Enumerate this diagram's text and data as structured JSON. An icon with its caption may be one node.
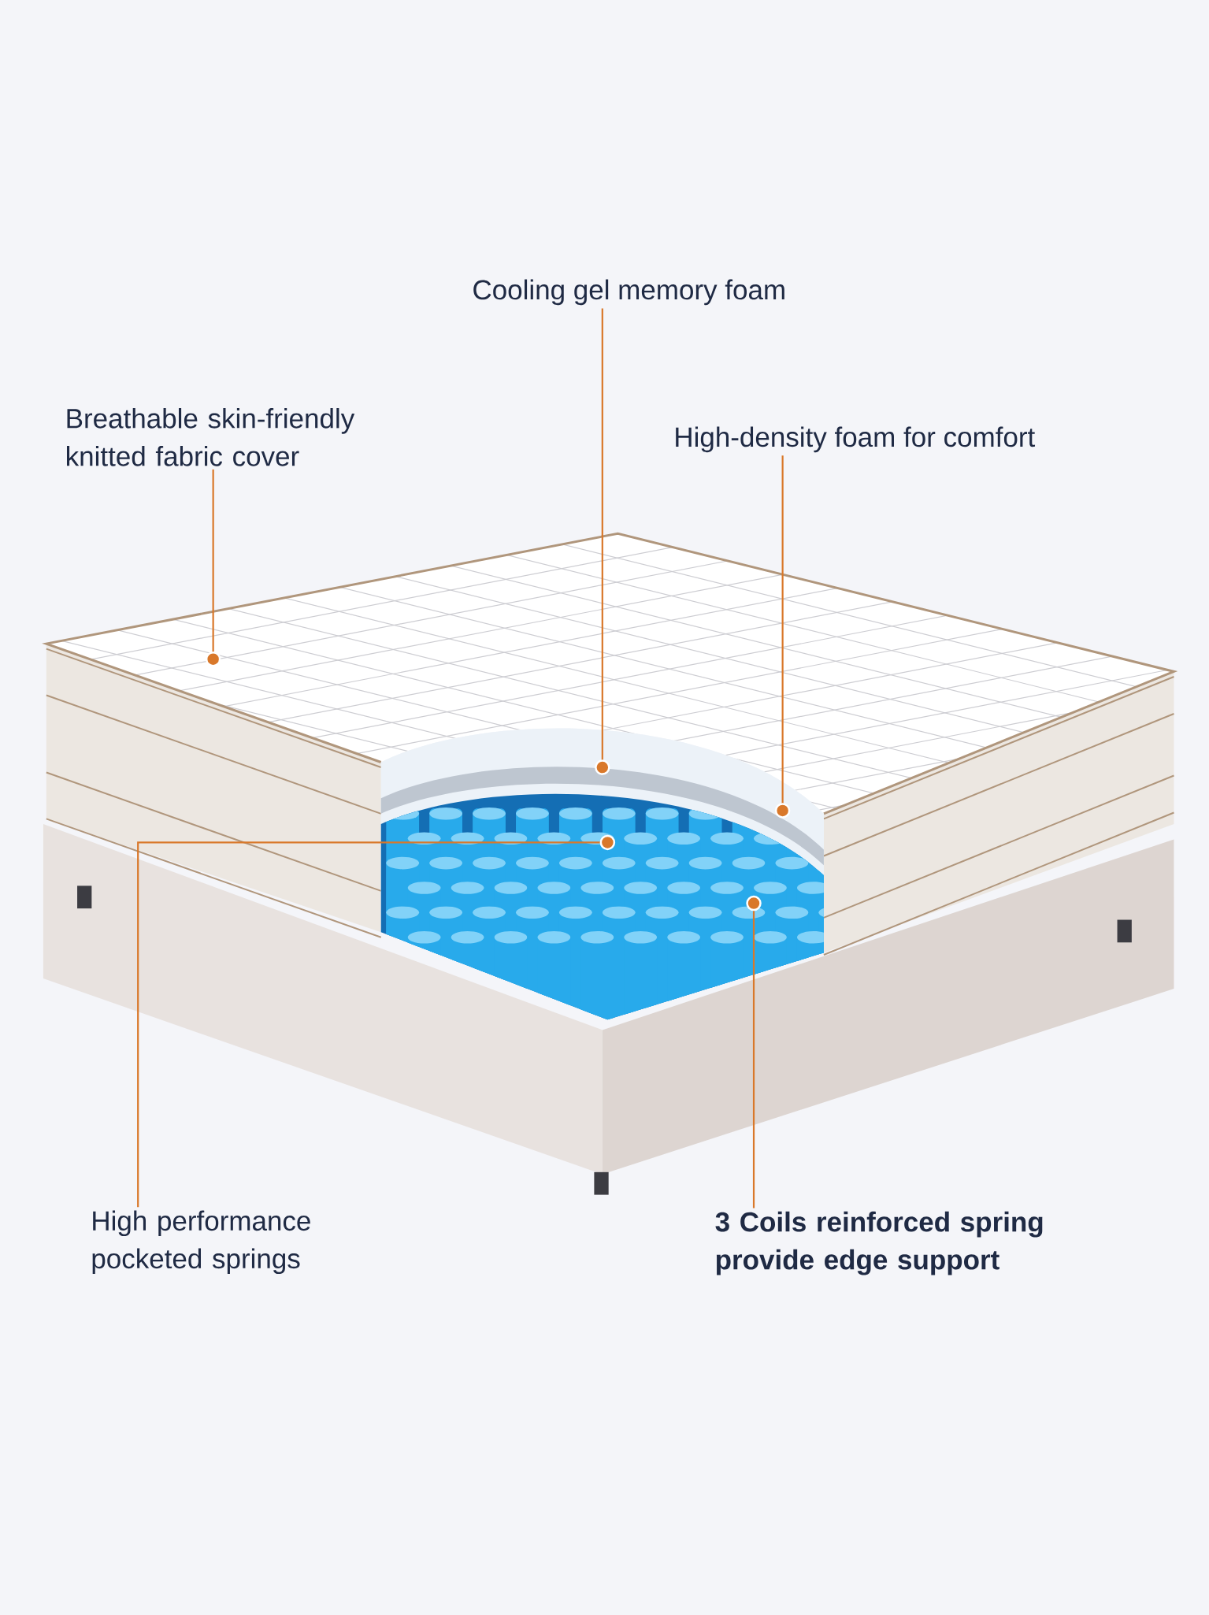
{
  "diagram": {
    "nodes": [
      {
        "text": [
          "Cooling gel memory foam"
        ]
      },
      {
        "text": [
          "Breathable skin-friendly knitted fabric cover"
        ]
      },
      {
        "text": [
          "High-density foam for comfort"
        ]
      },
      {
        "text": [
          "High performance pocketed springs"
        ]
      },
      {
        "text": [
          "3 Coils reinforced spring provide edge support"
        ]
      }
    ],
    "edges": [
      {
        "from": 0,
        "to": null,
        "arrow": "other"
      },
      {
        "from": 1,
        "to": null,
        "arrow": "other"
      },
      {
        "from": 2,
        "to": null,
        "arrow": "other"
      },
      {
        "from": 3,
        "to": null,
        "arrow": "other"
      },
      {
        "from": 4,
        "to": null,
        "arrow": "other"
      }
    ]
  }
}
